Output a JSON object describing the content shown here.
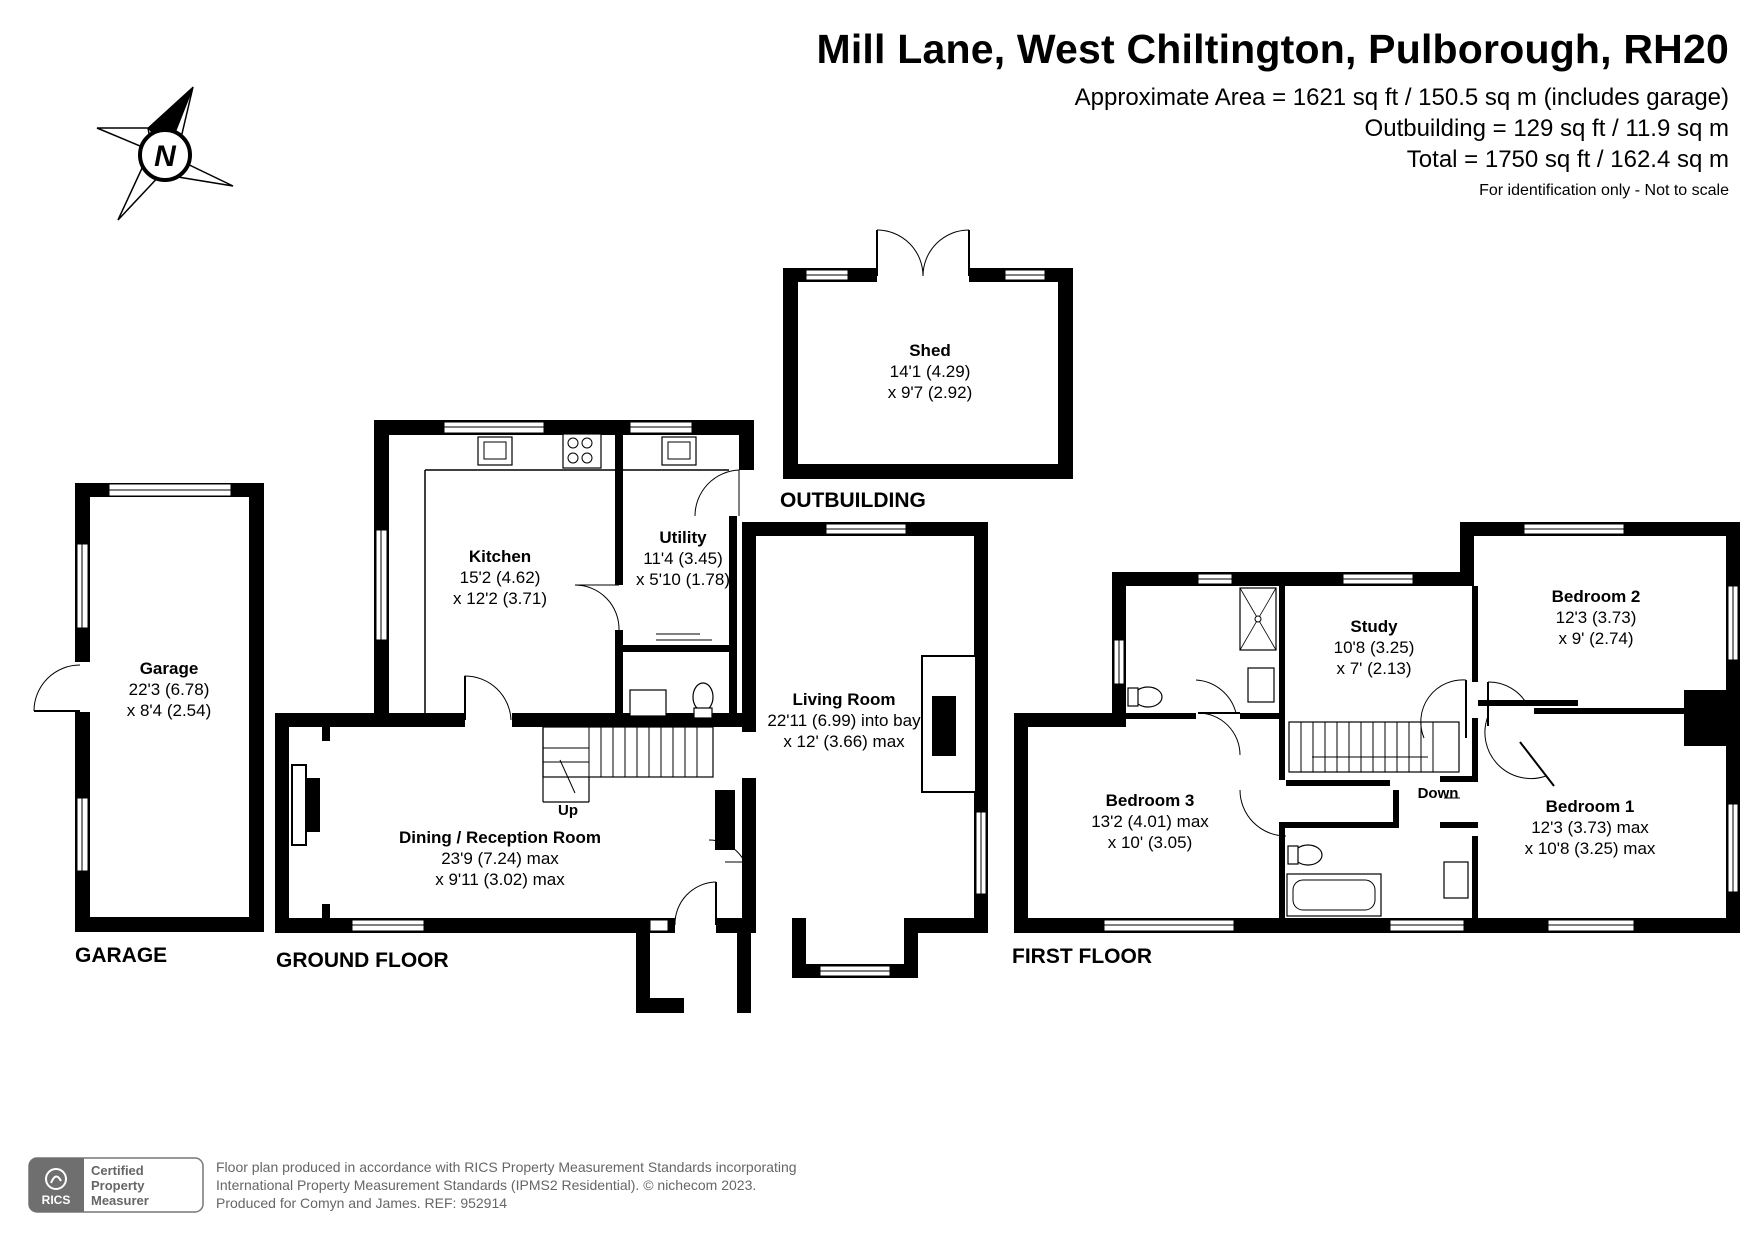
{
  "header": {
    "title": "Mill Lane, West Chiltington, Pulborough, RH20",
    "area_line": "Approximate Area = 1621 sq ft / 150.5 sq m (includes garage)",
    "outbuilding_line": "Outbuilding = 129 sq ft / 11.9 sq m",
    "total_line": "Total = 1750 sq ft / 162.4 sq m",
    "note": "For identification only - Not to scale"
  },
  "compass": {
    "label": "N"
  },
  "floors": {
    "garage": "GARAGE",
    "ground": "GROUND FLOOR",
    "first": "FIRST FLOOR",
    "outbuilding": "OUTBUILDING"
  },
  "rooms": {
    "shed": {
      "name": "Shed",
      "dim1": "14'1 (4.29)",
      "dim2": "x 9'7 (2.92)"
    },
    "garage": {
      "name": "Garage",
      "dim1": "22'3 (6.78)",
      "dim2": "x 8'4 (2.54)"
    },
    "kitchen": {
      "name": "Kitchen",
      "dim1": "15'2 (4.62)",
      "dim2": "x 12'2 (3.71)"
    },
    "utility": {
      "name": "Utility",
      "dim1": "11'4 (3.45)",
      "dim2": "x 5'10 (1.78)"
    },
    "living": {
      "name": "Living Room",
      "dim1": "22'11 (6.99) into bay",
      "dim2": "x 12' (3.66) max"
    },
    "dining": {
      "name": "Dining / Reception Room",
      "dim1": "23'9 (7.24) max",
      "dim2": "x 9'11 (3.02) max"
    },
    "study": {
      "name": "Study",
      "dim1": "10'8 (3.25)",
      "dim2": "x 7' (2.13)"
    },
    "bedroom2": {
      "name": "Bedroom 2",
      "dim1": "12'3 (3.73)",
      "dim2": "x 9' (2.74)"
    },
    "bedroom3": {
      "name": "Bedroom 3",
      "dim1": "13'2 (4.01) max",
      "dim2": "x 10' (3.05)"
    },
    "bedroom1": {
      "name": "Bedroom 1",
      "dim1": "12'3 (3.73) max",
      "dim2": "x 10'8 (3.25) max"
    }
  },
  "stairs": {
    "up": "Up",
    "down": "Down"
  },
  "badge": {
    "org": "RICS",
    "line1": "Certified",
    "line2": "Property",
    "line3": "Measurer"
  },
  "footer": {
    "line1": "Floor plan produced in accordance with RICS Property Measurement Standards incorporating",
    "line2": "International Property Measurement Standards (IPMS2 Residential).   © nichecom 2023.",
    "line3": "Produced for Comyn and James.   REF:  952914"
  }
}
